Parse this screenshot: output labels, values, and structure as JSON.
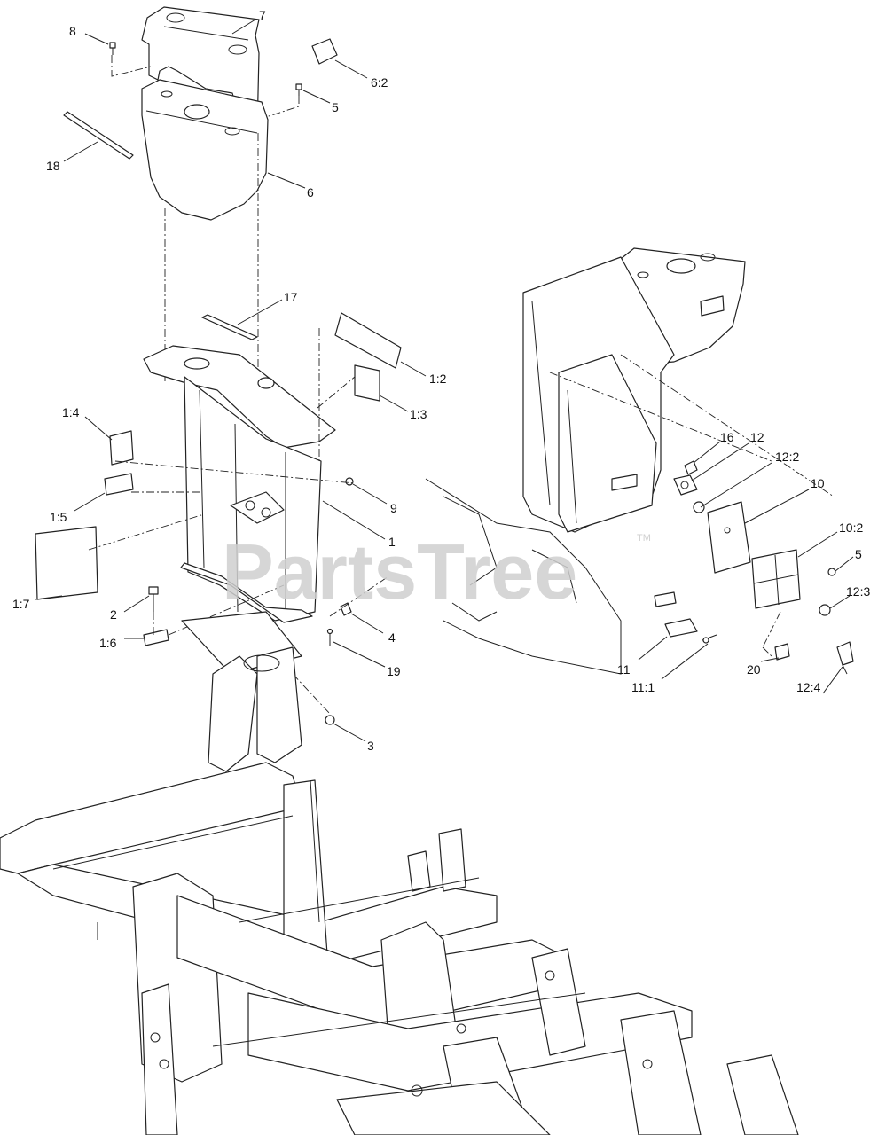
{
  "watermark": {
    "text": "PartsTree",
    "trademark": "TM"
  },
  "callouts": [
    {
      "id": "c-8",
      "label": "8"
    },
    {
      "id": "c-7",
      "label": "7"
    },
    {
      "id": "c-6-2",
      "label": "6:2"
    },
    {
      "id": "c-5-top",
      "label": "5"
    },
    {
      "id": "c-18",
      "label": "18"
    },
    {
      "id": "c-6",
      "label": "6"
    },
    {
      "id": "c-17",
      "label": "17"
    },
    {
      "id": "c-1-2",
      "label": "1:2"
    },
    {
      "id": "c-1-3",
      "label": "1:3"
    },
    {
      "id": "c-1-4",
      "label": "1:4"
    },
    {
      "id": "c-9",
      "label": "9"
    },
    {
      "id": "c-1-5",
      "label": "1:5"
    },
    {
      "id": "c-1",
      "label": "1"
    },
    {
      "id": "c-1-7",
      "label": "1:7"
    },
    {
      "id": "c-2",
      "label": "2"
    },
    {
      "id": "c-4",
      "label": "4"
    },
    {
      "id": "c-1-6",
      "label": "1:6"
    },
    {
      "id": "c-19",
      "label": "19"
    },
    {
      "id": "c-3",
      "label": "3"
    },
    {
      "id": "c-16",
      "label": "16"
    },
    {
      "id": "c-12",
      "label": "12"
    },
    {
      "id": "c-12-2",
      "label": "12:2"
    },
    {
      "id": "c-10",
      "label": "10"
    },
    {
      "id": "c-10-2",
      "label": "10:2"
    },
    {
      "id": "c-5-right",
      "label": "5"
    },
    {
      "id": "c-12-3",
      "label": "12:3"
    },
    {
      "id": "c-11",
      "label": "11"
    },
    {
      "id": "c-11-1",
      "label": "11:1"
    },
    {
      "id": "c-20",
      "label": "20"
    },
    {
      "id": "c-12-4",
      "label": "12:4"
    }
  ]
}
